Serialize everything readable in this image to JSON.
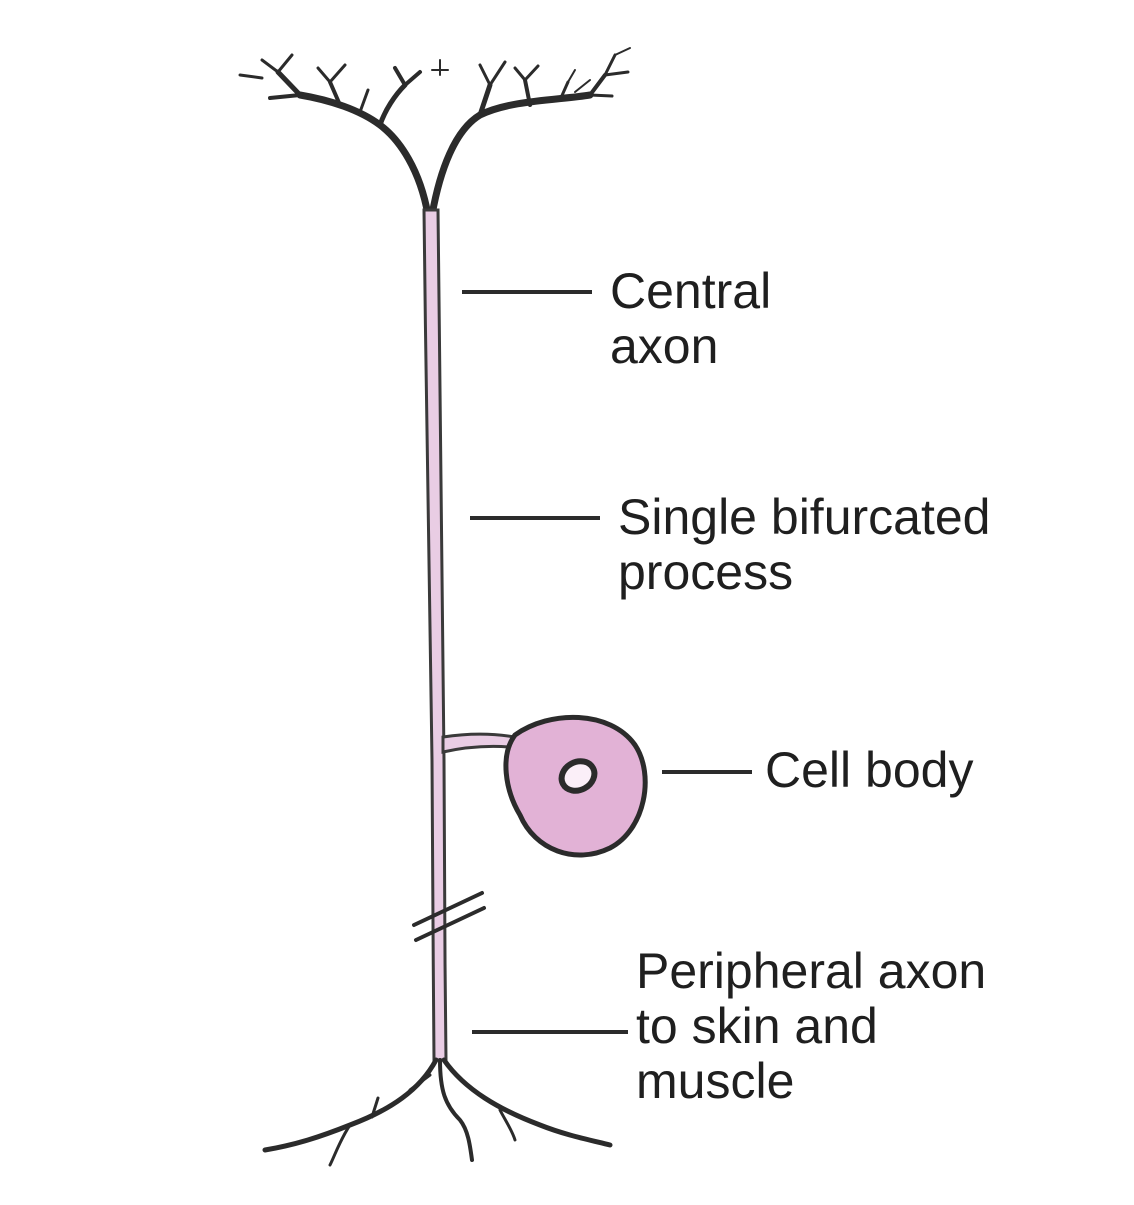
{
  "colors": {
    "ink": "#2b2b2b",
    "axon_fill": "#e9cde4",
    "cell_fill": "#e2b2d6",
    "nucleus_fill": "#fbeff8"
  },
  "labels": {
    "central_axon": [
      "Central",
      "axon"
    ],
    "bifurcated_process": [
      "Single bifurcated",
      "process"
    ],
    "cell_body": [
      "Cell body"
    ],
    "peripheral_axon": [
      "Peripheral axon",
      "to skin and",
      "muscle"
    ]
  }
}
